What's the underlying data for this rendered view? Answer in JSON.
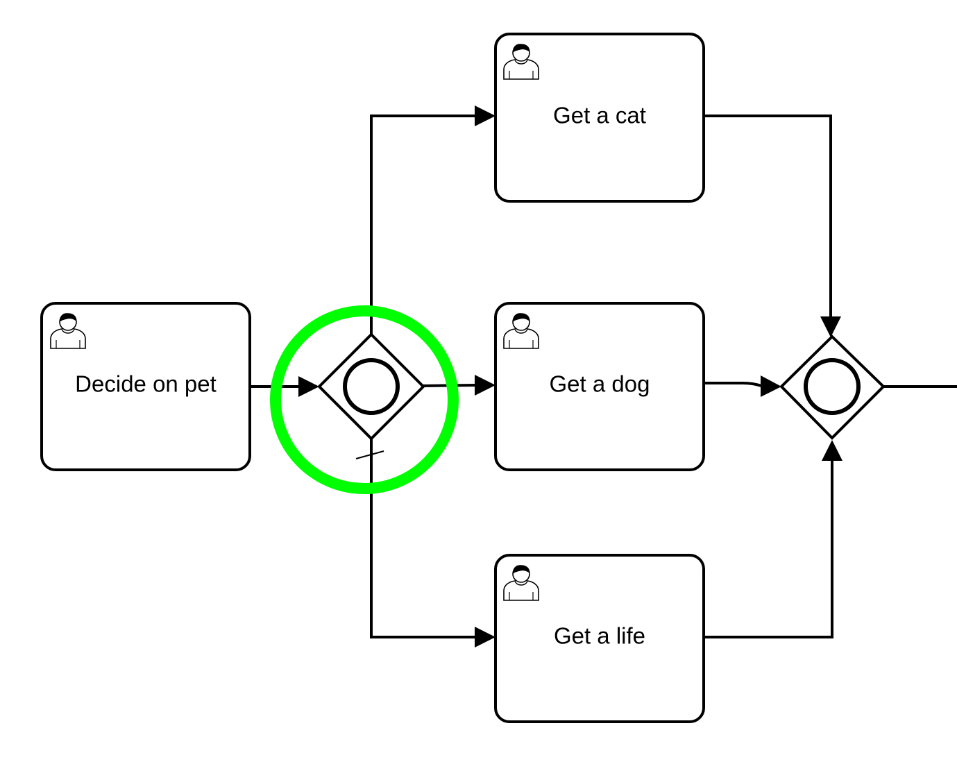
{
  "diagram": {
    "type": "BPMN process",
    "colors": {
      "stroke": "#000000",
      "background": "#ffffff",
      "highlight": "#00ff00"
    },
    "tasks": [
      {
        "id": "decide",
        "type": "user-task",
        "label": "Decide on pet"
      },
      {
        "id": "cat",
        "type": "user-task",
        "label": "Get a cat"
      },
      {
        "id": "dog",
        "type": "user-task",
        "label": "Get a dog"
      },
      {
        "id": "life",
        "type": "user-task",
        "label": "Get a life"
      }
    ],
    "gateways": [
      {
        "id": "split",
        "type": "inclusive-gateway",
        "role": "split",
        "highlighted": true
      },
      {
        "id": "join",
        "type": "inclusive-gateway",
        "role": "join",
        "highlighted": false
      }
    ],
    "flows": [
      {
        "from": "decide",
        "to": "split"
      },
      {
        "from": "split",
        "to": "cat"
      },
      {
        "from": "split",
        "to": "dog"
      },
      {
        "from": "split",
        "to": "life",
        "default": true
      },
      {
        "from": "cat",
        "to": "join"
      },
      {
        "from": "dog",
        "to": "join"
      },
      {
        "from": "life",
        "to": "join"
      },
      {
        "from": "join",
        "to": ""
      }
    ]
  }
}
